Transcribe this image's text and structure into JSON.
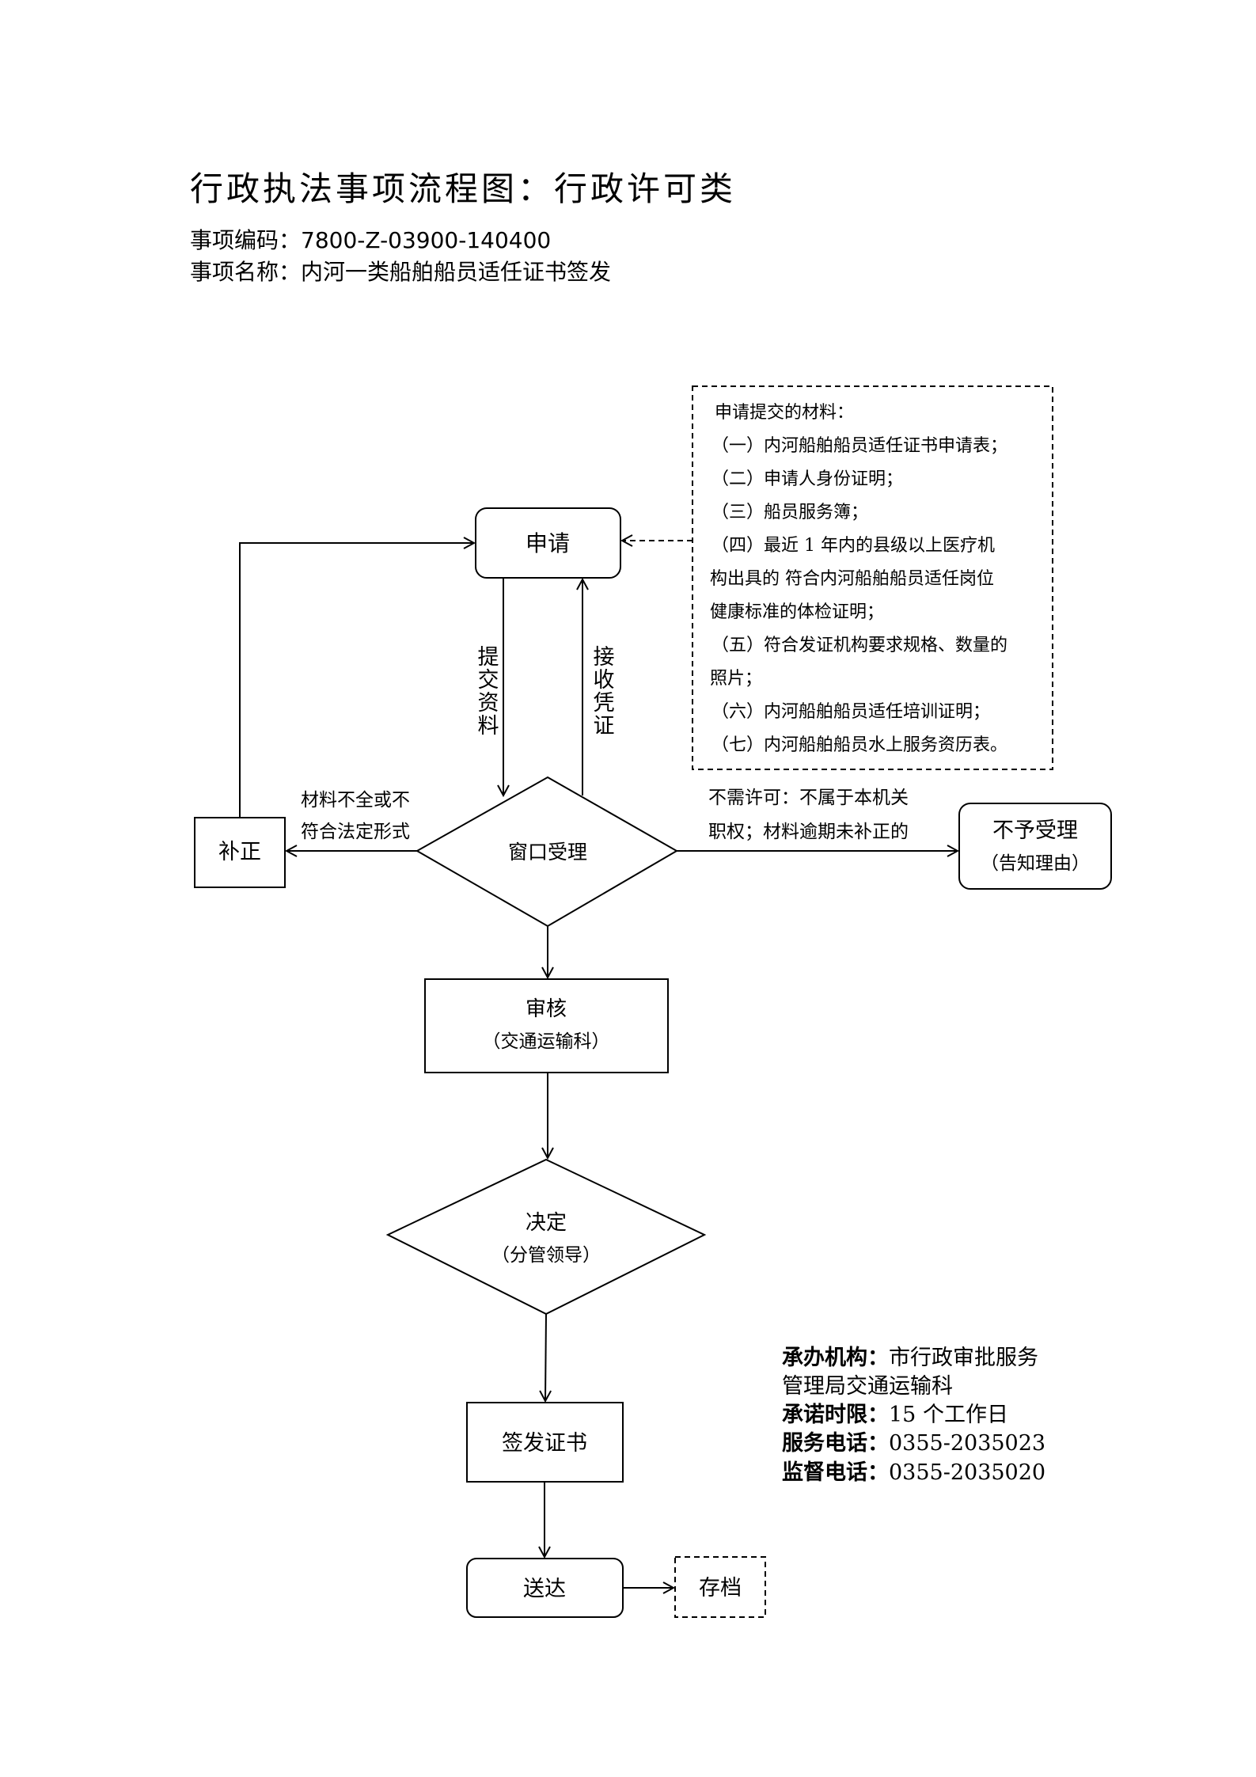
{
  "header": {
    "title": "行政执法事项流程图：行政许可类",
    "code_label": "事项编码：",
    "code_value": "7800-Z-03900-140400",
    "name_label": "事项名称：",
    "name_value": "内河一类船舶船员适任证书签发"
  },
  "materials": {
    "heading": "申请提交的材料：",
    "lines": [
      "（一）内河船舶船员适任证书申请表；",
      "（二）申请人身份证明；",
      "（三）船员服务簿；",
      "（四）最近 1 年内的县级以上医疗机",
      "构出具的 符合内河船舶船员适任岗位",
      "健康标准的体检证明；",
      "（五）符合发证机构要求规格、数量的",
      "照片；",
      "（六）内河船舶船员适任培训证明；",
      "（七）内河船舶船员水上服务资历表。"
    ]
  },
  "flow": {
    "apply": "申请",
    "submit": "提交资料",
    "receipt": "接收凭证",
    "window": "窗口受理",
    "supplement": "补正",
    "incomplete_line1": "材料不全或不",
    "incomplete_line2": "符合法定形式",
    "reject_line1": "不需许可：不属于本机关",
    "reject_line2": "职权；材料逾期未补正的",
    "not_accepted": "不予受理",
    "not_accepted_note": "（告知理由）",
    "review": "审核",
    "review_dept": "（交通运输科）",
    "decision": "决定",
    "decision_by": "（分管领导）",
    "issue": "签发证书",
    "deliver": "送达",
    "archive": "存档"
  },
  "info": {
    "org_label": "承办机构：",
    "org_value_line1": "市行政审批服务",
    "org_value_line2": "管理局交通运输科",
    "limit_label": "承诺时限：",
    "limit_value": "15 个工作日",
    "service_label": "服务电话：",
    "service_value": "0355-2035023",
    "supervise_label": "监督电话：",
    "supervise_value": "0355-2035020"
  }
}
